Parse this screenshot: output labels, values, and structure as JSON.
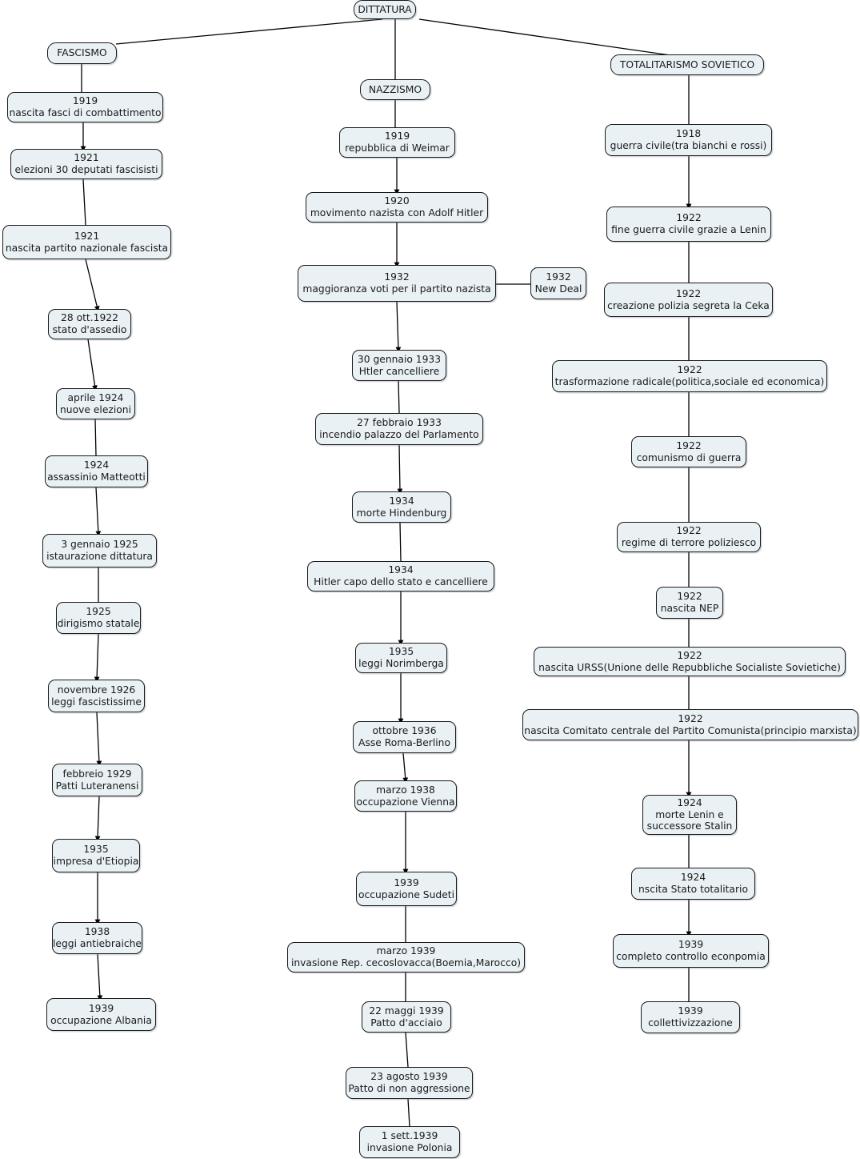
{
  "diagram": {
    "title": "DITTATURA",
    "type": "flowchart",
    "language": "it",
    "colors": {
      "node_fill": "#e9f1f4",
      "node_stroke": "#1a1a1a",
      "edge_stroke": "#000000",
      "background": "#ffffff",
      "text": "#1a1a1a"
    }
  },
  "root": {
    "label": "DITTATURA"
  },
  "branches": [
    {
      "id": "fascismo",
      "label": "FASCISMO"
    },
    {
      "id": "nazzismo",
      "label": "NAZZISMO"
    },
    {
      "id": "totalitarismo",
      "label": "TOTALITARISMO SOVIETICO"
    }
  ],
  "nodes": {
    "fascismo": [
      {
        "year": "1919",
        "text": "nascita fasci di combattimento"
      },
      {
        "year": "1921",
        "text": "elezioni 30 deputati fascisisti"
      },
      {
        "year": "1921",
        "text": "nascita partito nazionale fascista"
      },
      {
        "year": "28 ott.1922",
        "text": "stato d'assedio"
      },
      {
        "year": "aprile 1924",
        "text": "nuove elezioni"
      },
      {
        "year": "1924",
        "text": "assassinio Matteotti"
      },
      {
        "year": "3 gennaio 1925",
        "text": "istaurazione dittatura"
      },
      {
        "year": "1925",
        "text": "dirigismo statale"
      },
      {
        "year": "novembre 1926",
        "text": "leggi fascistissime"
      },
      {
        "year": "febbreio 1929",
        "text": "Patti Luteranensi"
      },
      {
        "year": "1935",
        "text": "impresa d'Etiopia"
      },
      {
        "year": "1938",
        "text": "leggi antiebraiche"
      },
      {
        "year": "1939",
        "text": "occupazione Albania"
      }
    ],
    "nazzismo": [
      {
        "year": "1919",
        "text": "repubblica di Weimar"
      },
      {
        "year": "1920",
        "text": "movimento nazista con Adolf Hitler"
      },
      {
        "year": "1932",
        "text": "maggioranza voti per il partito nazista"
      },
      {
        "year": "30 gennaio 1933",
        "text": "Htler cancelliere"
      },
      {
        "year": "27 febbraio 1933",
        "text": "incendio palazzo del Parlamento"
      },
      {
        "year": "1934",
        "text": "morte Hindenburg"
      },
      {
        "year": "1934",
        "text": "Hitler capo dello stato e cancelliere"
      },
      {
        "year": "1935",
        "text": "leggi Norimberga"
      },
      {
        "year": "ottobre 1936",
        "text": "Asse Roma-Berlino"
      },
      {
        "year": "marzo 1938",
        "text": "occupazione Vienna"
      },
      {
        "year": "1939",
        "text": "occupazione Sudeti"
      },
      {
        "year": "marzo 1939",
        "text": "invasione Rep. cecoslovacca(Boemia,Marocco)"
      },
      {
        "year": "22 maggi 1939",
        "text": "Patto d'acciaio"
      },
      {
        "year": "23 agosto 1939",
        "text": "Patto di non aggressione"
      },
      {
        "year": "1 sett.1939",
        "text": "invasione Polonia"
      }
    ],
    "aside": [
      {
        "year": "1932",
        "text": "New Deal"
      }
    ],
    "totalitarismo": [
      {
        "year": "1918",
        "text": "guerra civile(tra bianchi e rossi)"
      },
      {
        "year": "1922",
        "text": "fine guerra civile grazie a Lenin"
      },
      {
        "year": "1922",
        "text": "creazione polizia segreta la Ceka"
      },
      {
        "year": "1922",
        "text": "trasformazione radicale(politica,sociale ed economica)"
      },
      {
        "year": "1922",
        "text": "comunismo di guerra"
      },
      {
        "year": "1922",
        "text": "regime di terrore poliziesco"
      },
      {
        "year": "1922",
        "text": "nascita NEP"
      },
      {
        "year": "1922",
        "text": "nascita URSS(Unione delle Repubbliche Socialiste Sovietiche)"
      },
      {
        "year": "1922",
        "text": "nascita Comitato centrale del Partito Comunista(principio marxista)"
      },
      {
        "year": "1924",
        "text": "morte Lenin e",
        "text2": "successore Stalin"
      },
      {
        "year": "1924",
        "text": "nscita Stato totalitario"
      },
      {
        "year": "1939",
        "text": "completo controllo econpomia"
      },
      {
        "year": "1939",
        "text": "collettivizzazione"
      }
    ]
  }
}
